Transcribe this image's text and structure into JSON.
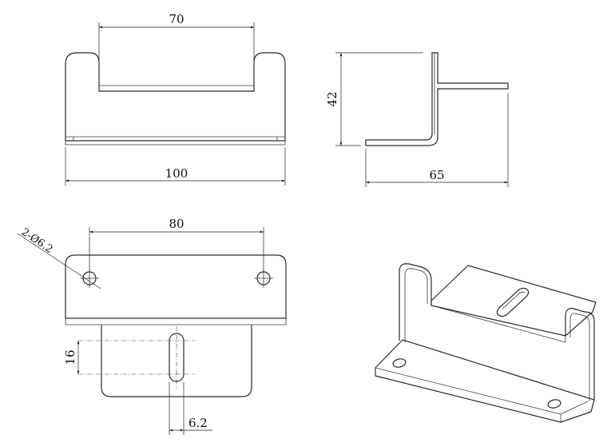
{
  "dimensions": {
    "front_inner_width": "70",
    "front_total_width": "100",
    "side_height": "42",
    "side_depth": "65",
    "top_hole_spacing": "80",
    "top_hole_callout": "2-Ø6.2",
    "slot_length": "16",
    "slot_width": "6.2"
  },
  "colors": {
    "line": "#2a2a2a",
    "background": "#ffffff"
  }
}
